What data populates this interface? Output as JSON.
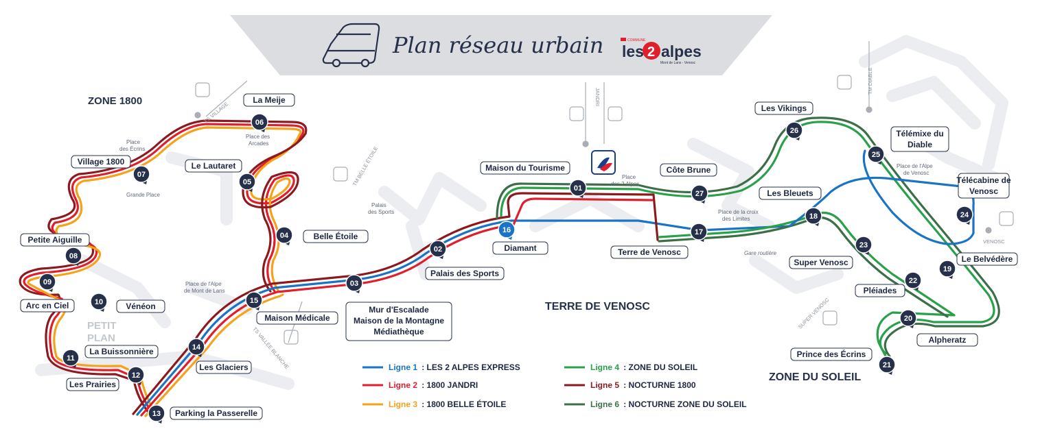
{
  "banner": {
    "title": "Plan réseau urbain",
    "logo_top": "COMMUNE",
    "logo_text": "les 2 alpes",
    "logo_sub": "Mont de Lans - Venosc"
  },
  "zones": {
    "zone_1800": "ZONE 1800",
    "terre_de_venosc": "TERRE DE VENOSC",
    "zone_du_soleil": "ZONE DU SOLEIL",
    "petit_plan": "PETIT PLAN"
  },
  "lifts": {
    "ts_village": "TS VILLAGE",
    "tm_belle_etoile": "TM BELLE ÉTOILE",
    "ts_vallee_blanche": "TS VALLÉE BLANCHE",
    "jandri": "JANDRI",
    "tm_diable": "TM DIABLE",
    "super_venosc": "SUPER VENOSC",
    "venosc": "VENOSC"
  },
  "places": {
    "place_des_ecrins": "Place des Écrins",
    "place_des_arcades": "Place des Arcades",
    "grande_place": "Grande Place",
    "palais_des_sports": "Palais des Sports",
    "place_alpe_mont_de_lans": "Place de l'Alpe de Mont de Lans",
    "place_2_alpes": "Place des 2 Alpes",
    "place_croix_des_limites": "Place de la croix des Limites",
    "gare_routiere": "Gare routière",
    "place_alpe_de_venosc": "Place de l'Alpe de Venosc"
  },
  "stops": [
    {
      "num": "01",
      "name": "Maison du Tourisme"
    },
    {
      "num": "02",
      "name": "Palais des Sports"
    },
    {
      "num": "03",
      "name": "Mur d'Escalade"
    },
    {
      "num": "04",
      "name": "Belle Étoile"
    },
    {
      "num": "05",
      "name": "Le Lautaret"
    },
    {
      "num": "06",
      "name": "La Meije"
    },
    {
      "num": "07",
      "name": "Village 1800"
    },
    {
      "num": "08",
      "name": "Petite Aiguille"
    },
    {
      "num": "09",
      "name": "Arc en Ciel"
    },
    {
      "num": "10",
      "name": "Vénéon"
    },
    {
      "num": "11",
      "name": "La Buissonnière"
    },
    {
      "num": "12",
      "name": "Les Prairies"
    },
    {
      "num": "13",
      "name": "Parking la Passerelle"
    },
    {
      "num": "14",
      "name": "Les Glaciers"
    },
    {
      "num": "15",
      "name": "Maison Médicale"
    },
    {
      "num": "16",
      "name": "Diamant"
    },
    {
      "num": "17",
      "name": "Terre de Venosc"
    },
    {
      "num": "18",
      "name": "Les Bleuets"
    },
    {
      "num": "19",
      "name": "Le Belvédère"
    },
    {
      "num": "20",
      "name": "Alpheratz"
    },
    {
      "num": "21",
      "name": "Prince des Écrins"
    },
    {
      "num": "22",
      "name": "Pléiades"
    },
    {
      "num": "23",
      "name": "Super Venosc"
    },
    {
      "num": "24",
      "name": "Télécabine de Venosc"
    },
    {
      "num": "25",
      "name": "Télémixe du Diable"
    },
    {
      "num": "26",
      "name": "Les Vikings"
    },
    {
      "num": "27",
      "name": "Côte Brune"
    }
  ],
  "stop_extra_lines": {
    "mur_line2": "Maison de la Montagne",
    "mur_line3": "Médiathèque"
  },
  "legend": [
    {
      "line": "Ligne 1",
      "name": "LES 2 ALPES EXPRESS",
      "color": "#1a73c4"
    },
    {
      "line": "Ligne 2",
      "name": "1800 JANDRI",
      "color": "#e01f2d"
    },
    {
      "line": "Ligne 3",
      "name": "1800 BELLE ÉTOILE",
      "color": "#f4a21a"
    },
    {
      "line": "Ligne 4",
      "name": "ZONE DU SOLEIL",
      "color": "#2aa04a"
    },
    {
      "line": "Ligne 5",
      "name": "NOCTURNE 1800",
      "color": "#8b1a1f"
    },
    {
      "line": "Ligne 6",
      "name": "NOCTURNE ZONE DU SOLEIL",
      "color": "#3c6e47"
    }
  ]
}
